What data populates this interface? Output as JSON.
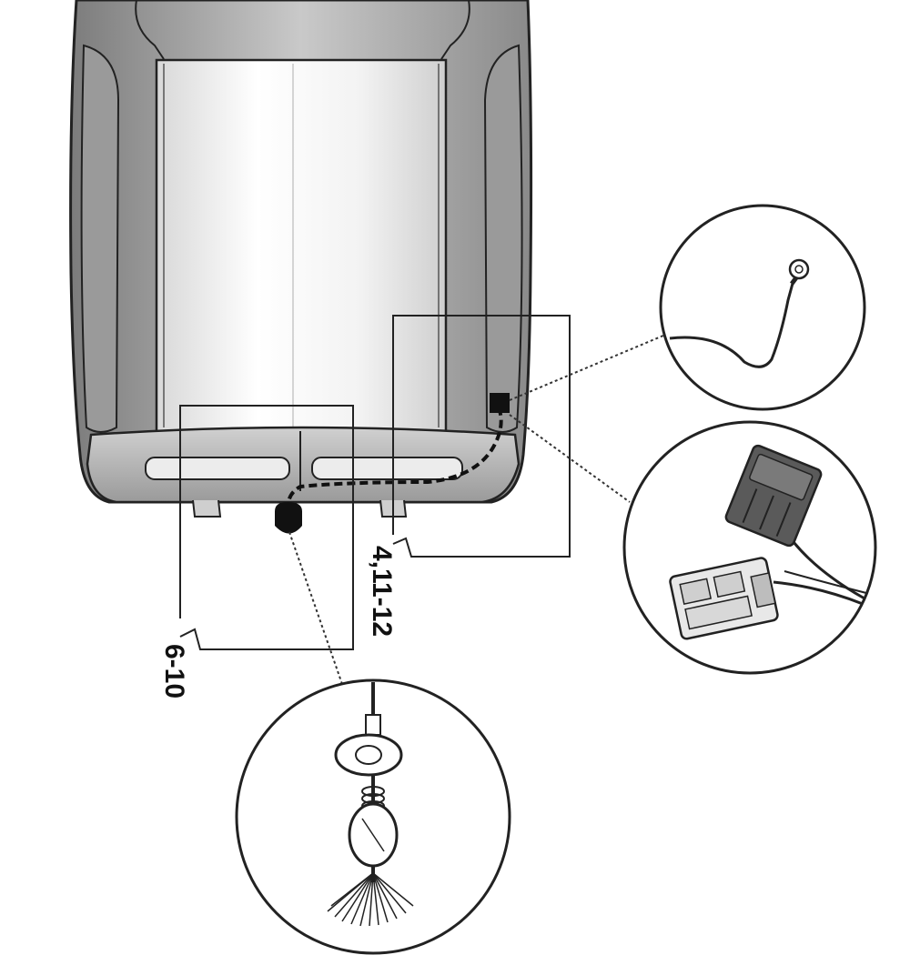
{
  "callouts": [
    {
      "id": "steps-6-10",
      "text": "6-10"
    },
    {
      "id": "steps-4-11-12",
      "text": "4,11-12"
    }
  ],
  "colors": {
    "body_light": "#e6e6e6",
    "body_mid": "#b5b5b5",
    "body_dark": "#8a8a8a",
    "line": "#222222",
    "background": "#ffffff"
  },
  "details": [
    {
      "name": "ground-eyelet-detail"
    },
    {
      "name": "connector-pair-detail"
    },
    {
      "name": "grommet-wire-detail"
    }
  ]
}
